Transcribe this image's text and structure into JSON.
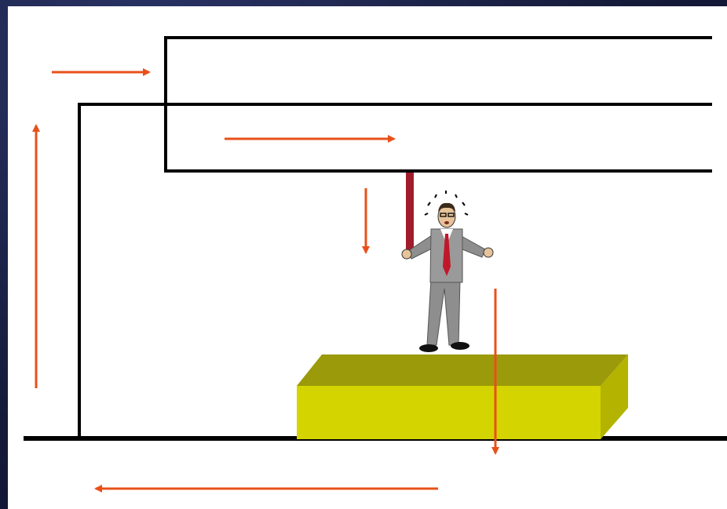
{
  "colors": {
    "background": "#141a38",
    "canvas": "#ffffff",
    "wire": "#000000",
    "current_arrow": "#e8501a",
    "insulator_top": "#9b9a0a",
    "insulator_front": "#d4d400",
    "insulator_side": "#b8b800",
    "contact_rod": "#a01c2c"
  },
  "diagram": {
    "components": [
      {
        "name": "overhead-line-upper",
        "icon": "conductor-line"
      },
      {
        "name": "overhead-line-lower",
        "icon": "conductor-line"
      },
      {
        "name": "return-wire",
        "icon": "conductor-line"
      },
      {
        "name": "ground-line",
        "icon": "earth-line"
      },
      {
        "name": "insulating-platform",
        "icon": "yellow-block"
      },
      {
        "name": "person",
        "icon": "man-in-suit-icon"
      },
      {
        "name": "contact-rod",
        "icon": "red-rod"
      }
    ],
    "current_arrows": [
      {
        "name": "arrow-top-left",
        "direction": "right"
      },
      {
        "name": "arrow-middle",
        "direction": "right"
      },
      {
        "name": "arrow-left-vertical",
        "direction": "up"
      },
      {
        "name": "arrow-down-small",
        "direction": "down"
      },
      {
        "name": "arrow-down-through-block",
        "direction": "down"
      },
      {
        "name": "arrow-bottom-return",
        "direction": "left"
      }
    ]
  }
}
